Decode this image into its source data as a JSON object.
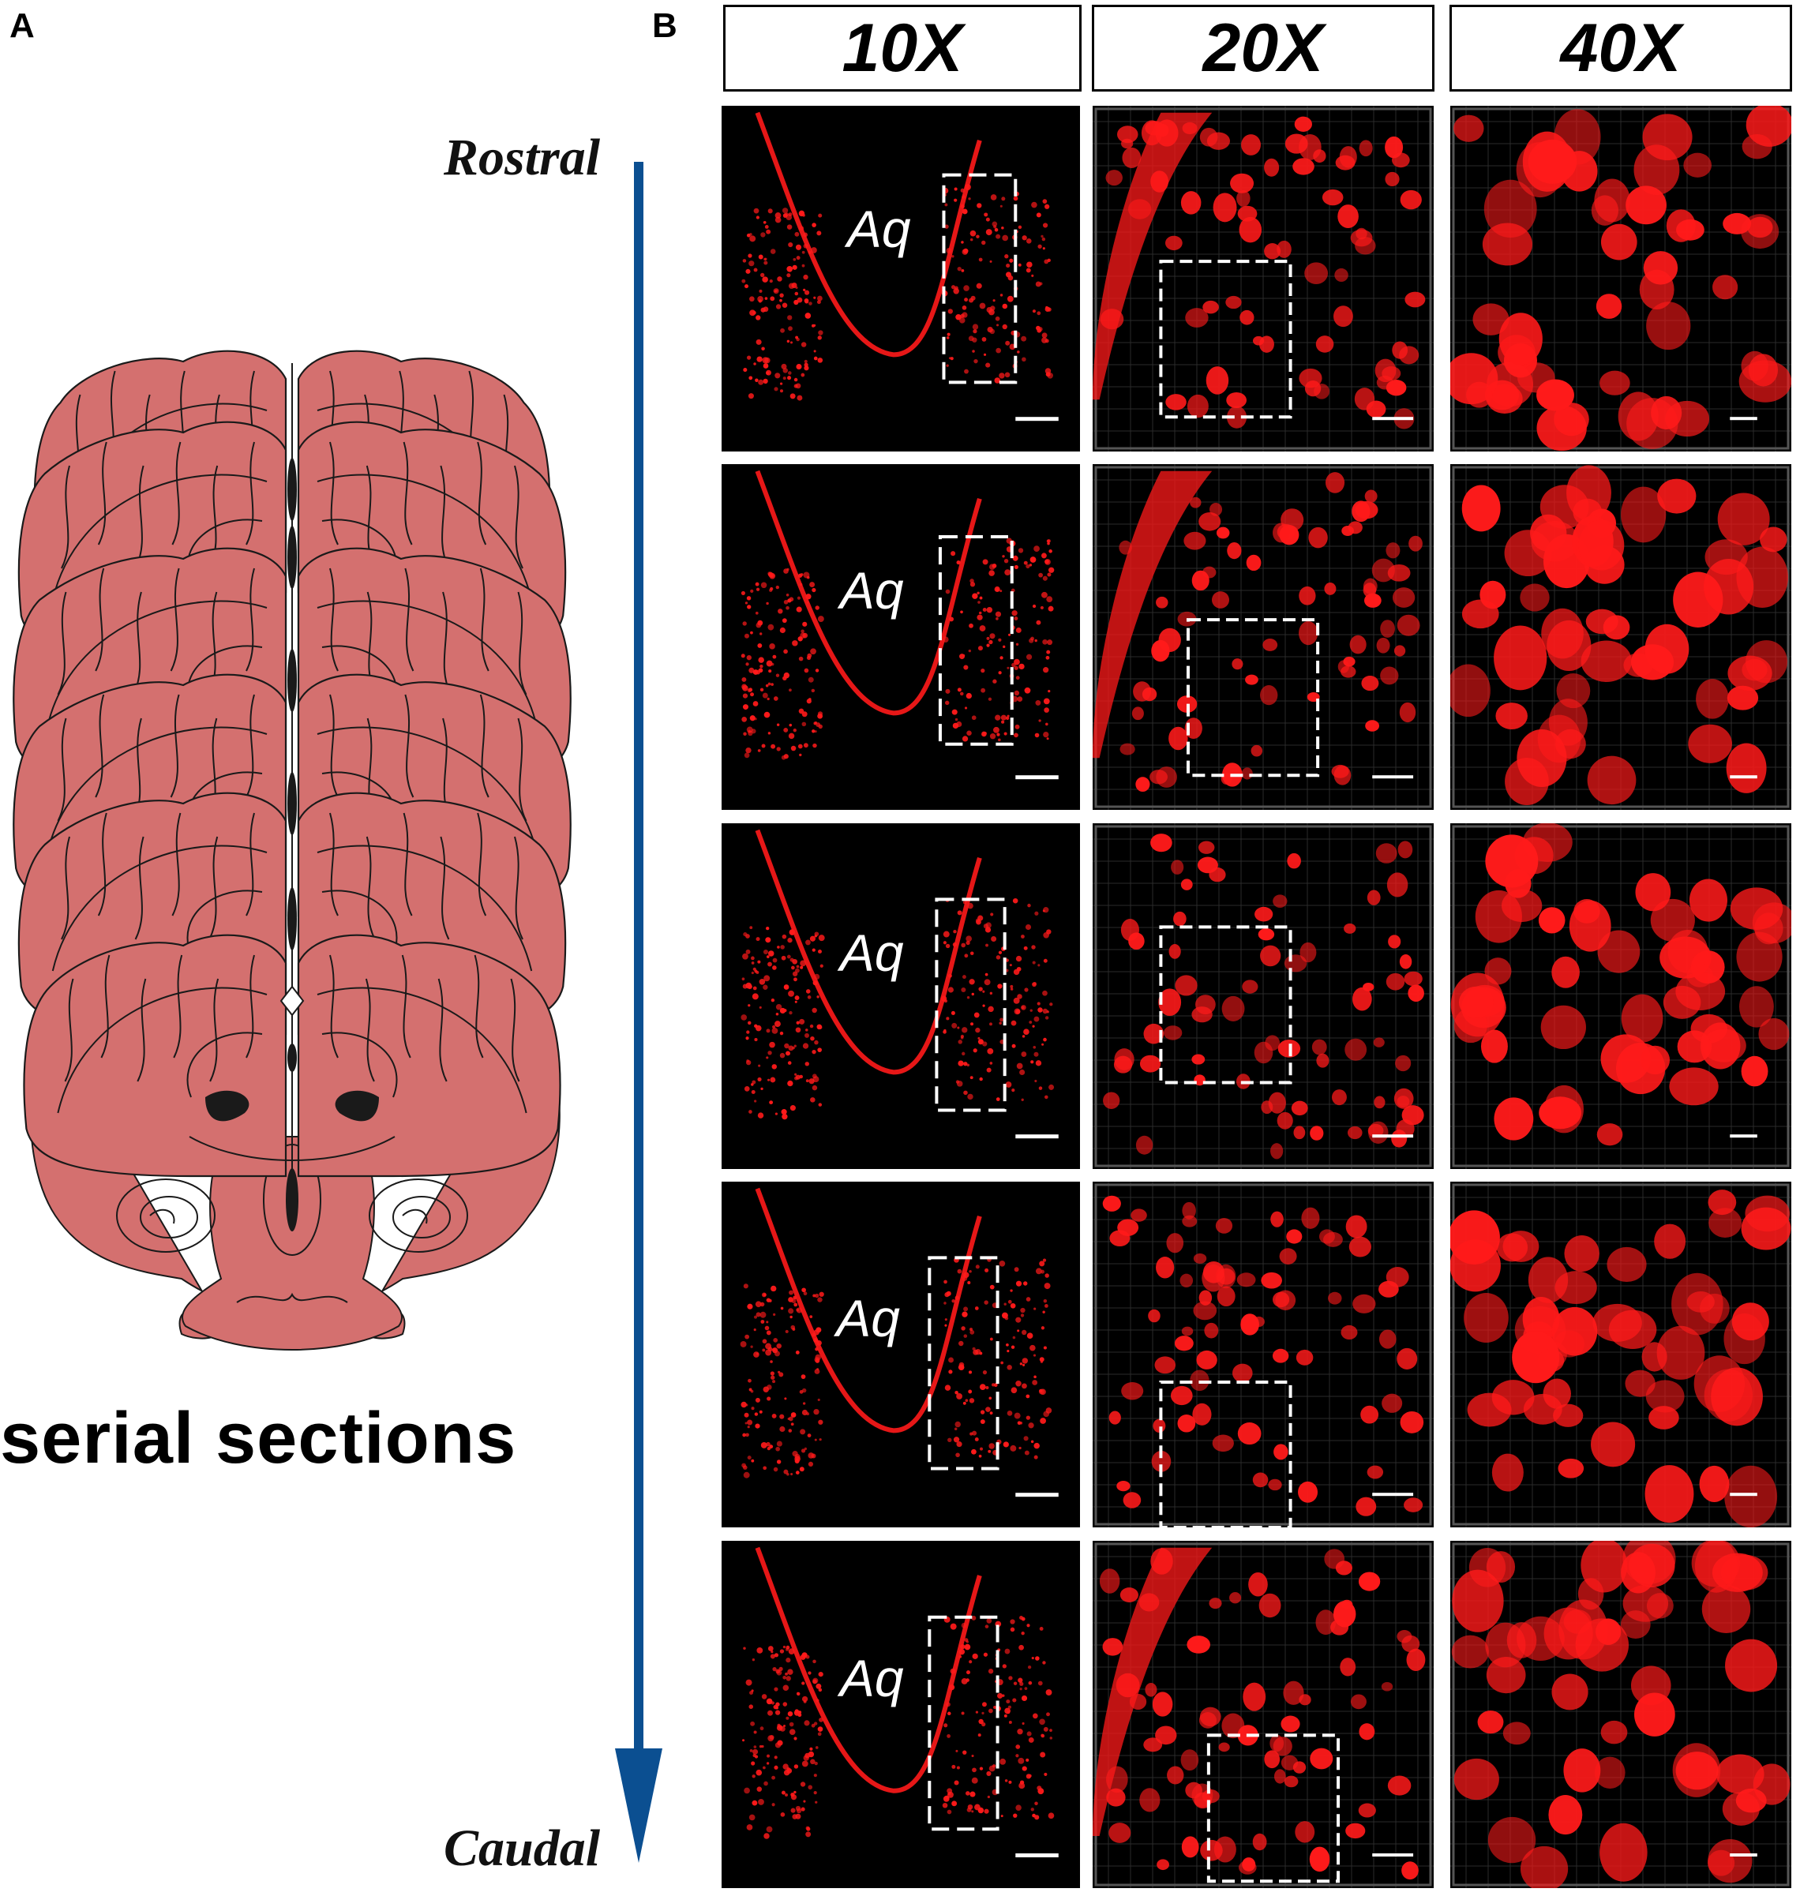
{
  "panel_labels": {
    "a": "A",
    "b": "B"
  },
  "panel_a": {
    "rostral": "Rostral",
    "caudal": "Caudal",
    "caption": "serial sections",
    "tissue_color": "#d4706f",
    "arrow_color": "#0b4f91"
  },
  "panel_b": {
    "headers": [
      "10X",
      "20X",
      "40X"
    ],
    "aq_label": "Aq",
    "stain_color": "#ff1a1a"
  }
}
